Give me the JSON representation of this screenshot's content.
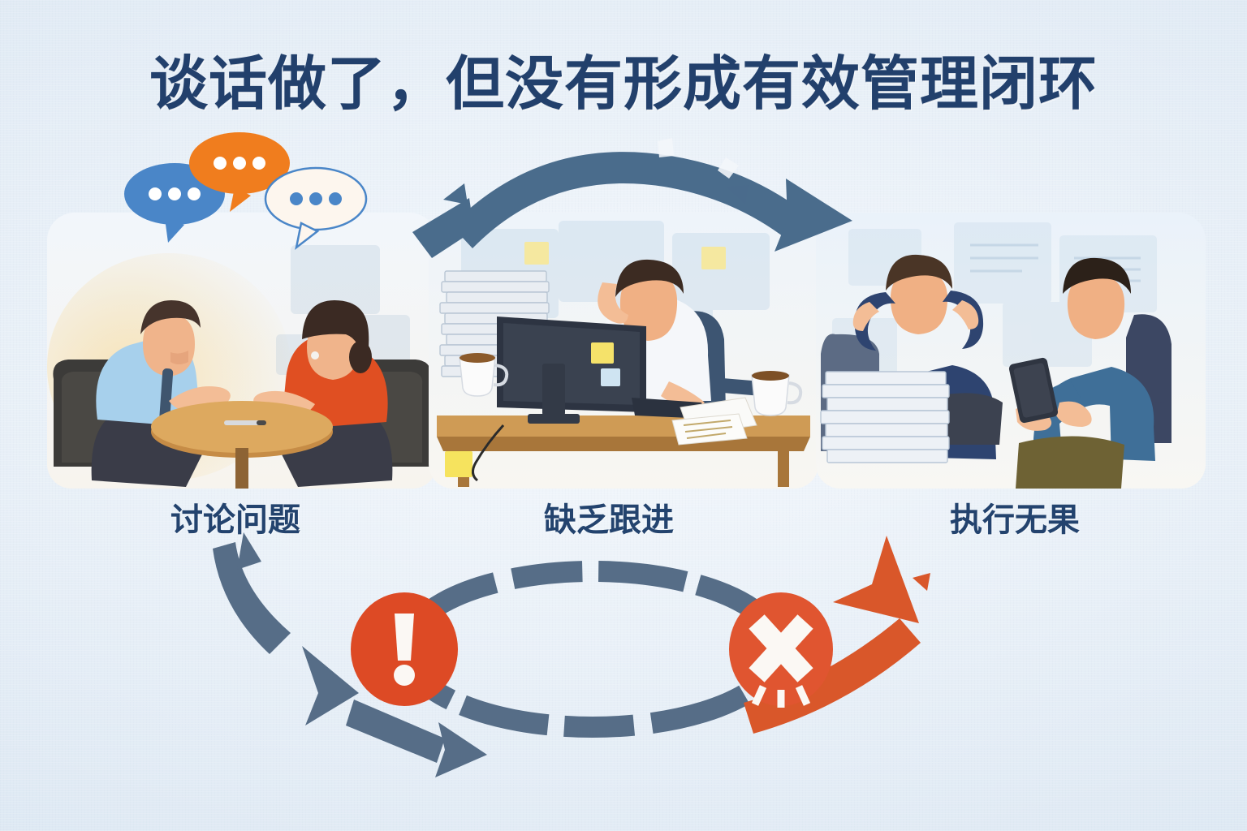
{
  "poster": {
    "title": "谈话做了，但没有形成有效管理闭环",
    "background_color": "#e6eef7",
    "title_color": "#22406c"
  },
  "panels": [
    {
      "id": "discussion",
      "caption": "讨论问题",
      "scene": "two-colleagues-talking-at-round-table",
      "accent_color": "#f5e2bb",
      "speech_bubbles": [
        {
          "color": "#4a86c8",
          "dots": 3
        },
        {
          "color": "#f07d1e",
          "dots": 3
        },
        {
          "color": "#fdf6ee",
          "dots": 3
        }
      ],
      "people": [
        {
          "role": "man",
          "shirt_color": "#9dc8e8",
          "tie_color": "#3d5670"
        },
        {
          "role": "woman",
          "sweater_color": "#e35625"
        }
      ]
    },
    {
      "id": "no-followup",
      "caption": "缺乏跟进",
      "scene": "tired-employee-at-desk-with-paper-stacks",
      "accent_color": "#cfe0ee",
      "props": [
        "monitor",
        "keyboard",
        "paper-stack",
        "coffee-mug",
        "coffee-mug",
        "sticky-note",
        "sticky-note",
        "documents"
      ],
      "people": [
        {
          "role": "man",
          "shirt_color": "#f2f4f7",
          "chair_color": "#3f5572"
        }
      ]
    },
    {
      "id": "no-results",
      "caption": "执行无果",
      "scene": "two-relaxed-men-with-untouched-paper-stack",
      "accent_color": "#d6e4f0",
      "props": [
        "paper-stack",
        "smartphone",
        "office-chair",
        "office-chair"
      ],
      "people": [
        {
          "role": "man-hands-behind-head",
          "shirt_color": "#2e4470"
        },
        {
          "role": "man-on-phone",
          "jacket_color": "#3f6f98"
        }
      ]
    }
  ],
  "arrows": {
    "top": {
      "name": "flow-arrow-right",
      "color": "#4a6c8c",
      "direction": "left-to-right",
      "style": "broken-arc"
    },
    "loop": {
      "name": "broken-management-loop",
      "color": "#566d87",
      "style": "dashed-broken-circle",
      "meaning": "closed-loop-not-formed"
    },
    "escape": {
      "name": "escape-arrow-up-right",
      "color": "#d9572a",
      "direction": "up-right"
    }
  },
  "status_icons": [
    {
      "name": "warning-exclamation-icon",
      "glyph": "!",
      "color": "#dd4a25"
    },
    {
      "name": "failure-cross-icon",
      "glyph": "✕",
      "color": "#e05530"
    }
  ]
}
